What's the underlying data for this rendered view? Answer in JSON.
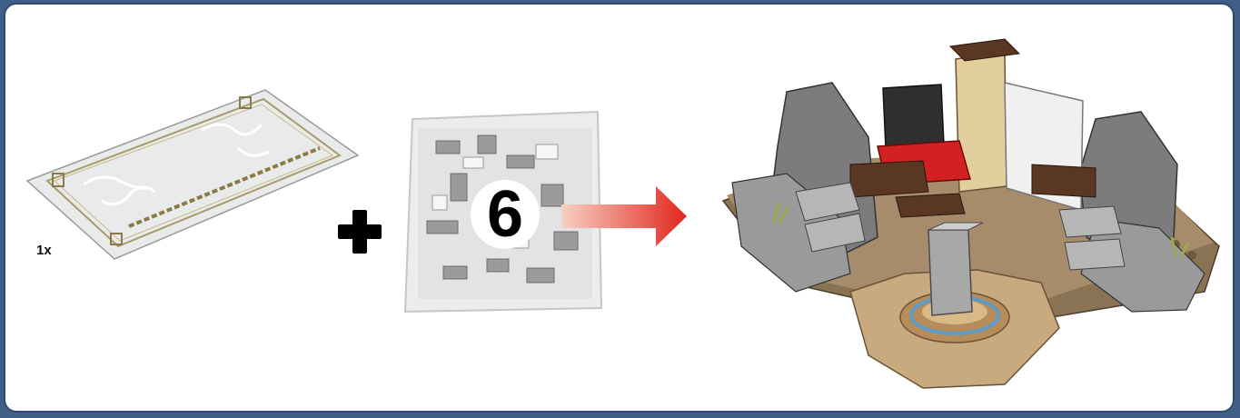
{
  "step": {
    "quantity_label": "1x",
    "bag_number": "6"
  },
  "icons": {
    "mat": "printed-mat-icon",
    "plus": "plus-icon",
    "bag": "parts-bag-icon",
    "arrow": "arrow-right-icon",
    "model": "temple-model-illustration"
  },
  "colors": {
    "frame_background": "#3f5f86",
    "panel": "#ffffff",
    "arrow_start": "#f7d1c4",
    "arrow_end": "#e1261c"
  }
}
